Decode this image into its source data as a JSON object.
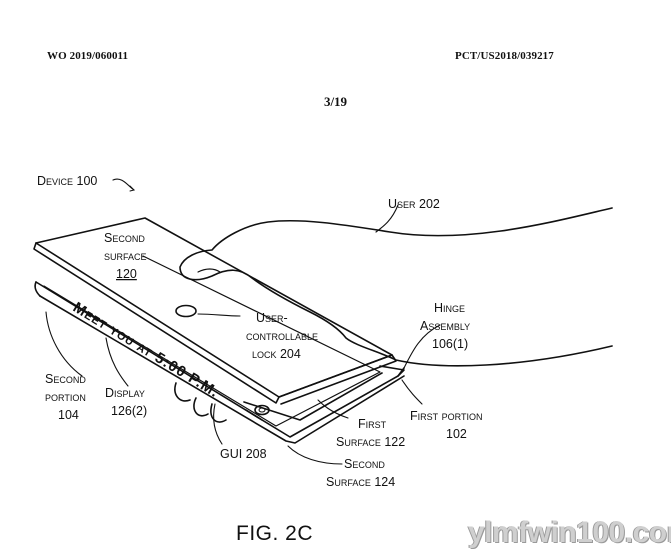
{
  "header": {
    "publication_number": "WO 2019/060011",
    "application_number": "PCT/US2018/039217",
    "sheet": "3/19"
  },
  "labels": {
    "device": "Device 100",
    "user": "User 202",
    "second_surface_line1": "Second",
    "second_surface_line2": "surface",
    "second_surface_num": "120",
    "lock_line1": "User-",
    "lock_line2": "controllable",
    "lock_line3": "lock 204",
    "hinge_line1": "Hinge",
    "hinge_line2": "Assembly",
    "hinge_line3": "106(1)",
    "second_portion_line1": "Second",
    "second_portion_line2": "portion",
    "second_portion_line3": "104",
    "display_line1": "Display",
    "display_line2": "126(2)",
    "first_portion_line1": "First portion",
    "first_portion_line2": "102",
    "first_surface_line1": "First",
    "first_surface_line2": "Surface 122",
    "gui": "GUI 208",
    "second_surface_b_line1": "Second",
    "second_surface_b_line2": "Surface 124",
    "screen_message": "Meet you at 5:00 P.M."
  },
  "caption": "FIG. 2C",
  "watermark": "ylmfwin100.com"
}
